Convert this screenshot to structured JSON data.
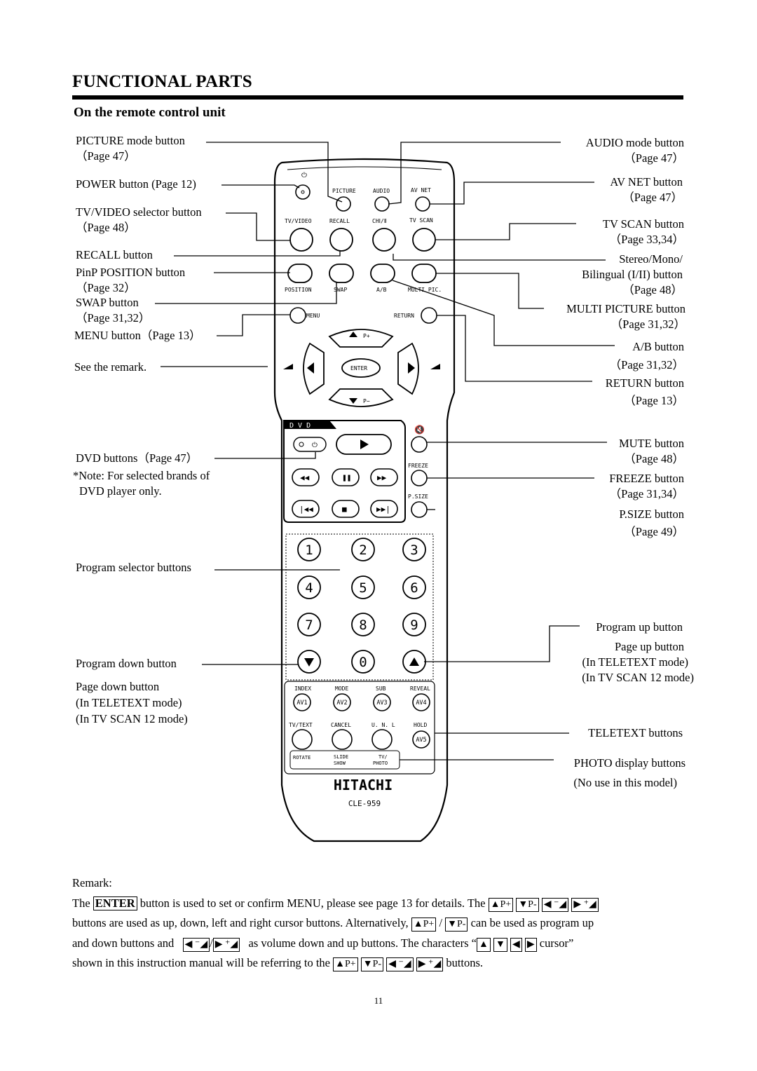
{
  "heading": "FUNCTIONAL PARTS",
  "subheading": "On the remote control unit",
  "left_labels": [
    [
      "PICTURE mode button",
      "（Page 47）"
    ],
    [
      "POWER button (Page 12)"
    ],
    [
      "TV/VIDEO selector button",
      "（Page 48）"
    ],
    [
      "RECALL button"
    ],
    [
      "PinP POSITION button",
      "（Page 32）"
    ],
    [
      "SWAP button",
      "（Page 31,32）"
    ],
    [
      "MENU button（Page 13）"
    ],
    [
      "See the remark."
    ],
    [
      "DVD buttons（Page 47）"
    ],
    [
      "*Note: For selected brands of",
      "DVD player only."
    ],
    [
      "Program selector buttons"
    ],
    [
      "Program down button"
    ],
    [
      "Page down button",
      "(In TELETEXT mode)",
      "(In TV SCAN 12 mode)"
    ]
  ],
  "right_labels": [
    [
      "AUDIO mode button",
      "（Page 47）"
    ],
    [
      "AV NET button",
      "（Page 47）"
    ],
    [
      "TV  SCAN  button",
      "（Page 33,34）"
    ],
    [
      "Stereo/Mono/",
      "Bilingual (I/II) button",
      "（Page 48）"
    ],
    [
      "MULTI PICTURE button",
      "（Page 31,32）"
    ],
    [
      "A/B button",
      "（Page 31,32）"
    ],
    [
      "RETURN button",
      "（Page 13）"
    ],
    [
      "MUTE button",
      "（Page 48）"
    ],
    [
      "FREEZE button",
      "（Page 31,34）"
    ],
    [
      "P.SIZE button",
      "（Page 49）"
    ],
    [
      "Program up button"
    ],
    [
      "Page up button",
      "(In TELETEXT mode)",
      "(In TV SCAN 12 mode)"
    ],
    [
      "TELETEXT  buttons"
    ],
    [
      "PHOTO display buttons",
      "(No use in this model)"
    ]
  ],
  "remote": {
    "row1_labels": [
      "PICTURE",
      "AUDIO",
      "AV NET"
    ],
    "row2_labels": [
      "TV/VIDEO",
      "RECALL",
      "CHⅠ/Ⅱ",
      "TV SCAN"
    ],
    "row3_labels": [
      "POSITION",
      "SWAP",
      "A/B",
      "MULTI PIC."
    ],
    "menu": "MENU",
    "return": "RETURN",
    "p_up": "P+",
    "p_down": "P−",
    "enter": "ENTER",
    "dvd_tab": "D V D",
    "freeze": "FREEZE",
    "psize": "P.SIZE",
    "digits": [
      "1",
      "2",
      "3",
      "4",
      "5",
      "6",
      "7",
      "8",
      "9",
      "0"
    ],
    "teletext_top": [
      "INDEX",
      "MODE",
      "SUB",
      "REVEAL"
    ],
    "av_buttons": [
      "AV1",
      "AV2",
      "AV3",
      "AV4",
      "AV5"
    ],
    "teletext_mid": [
      "TV/TEXT",
      "CANCEL",
      "U. N. L",
      "HOLD"
    ],
    "photo_labels": [
      "ROTATE",
      "SLIDE",
      "SHOW",
      "TV/",
      "PHOTO"
    ],
    "brand": "HITACHI",
    "model": "CLE-959"
  },
  "remark": {
    "title": "Remark:",
    "p1_a": "The",
    "enter_key": "ENTER",
    "p1_b": "button is used to set or confirm MENU, please see page 13 for details. The",
    "p2_a": "buttons are used as up, down, left and right cursor buttons. Alternatively,",
    "p2_b": "can be used as program up",
    "p3_a": "and  down  buttons  and",
    "p3_b": "as  volume  down  and  up  buttons.  The  characters  “",
    "p3_c": "cursor”",
    "p4_a": "shown in this instruction manual will be referring to the",
    "p4_b": "buttons.",
    "key_pup": "▲P+",
    "key_pdn": "▼P-",
    "key_left": "◀ ⁻◢",
    "key_right": "▶ ⁺◢",
    "sep": "/",
    "arrow_up": "▲",
    "arrow_down": "▼",
    "arrow_left": "◀",
    "arrow_right": "▶"
  },
  "page_number": "11"
}
